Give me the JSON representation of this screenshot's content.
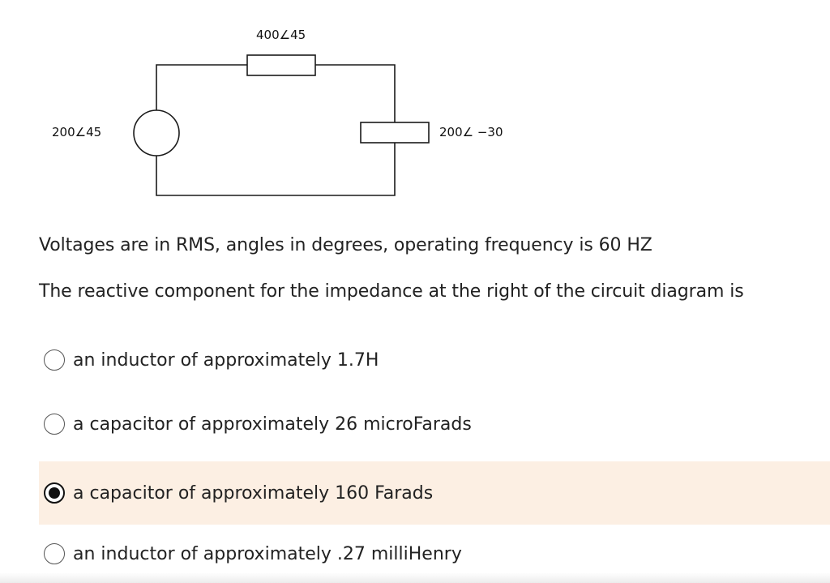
{
  "circuit": {
    "top_impedance_label": "400∠45",
    "source_label": "200∠45",
    "right_impedance_label": "200∠ −30"
  },
  "question": {
    "line1": "Voltages are in RMS, angles in degrees, operating frequency is 60 HZ",
    "line2": "The reactive component for the impedance at the right of the circuit diagram is"
  },
  "options": [
    {
      "label": "an inductor of approximately 1.7H",
      "selected": false
    },
    {
      "label": "a capacitor of approximately 26 microFarads",
      "selected": false
    },
    {
      "label": "a capacitor of approximately 160 Farads",
      "selected": true
    },
    {
      "label": "an inductor of approximately .27 milliHenry",
      "selected": false
    }
  ],
  "colors": {
    "selected_bg": "#fcefe3",
    "text": "#222222",
    "radio_border": "#555555"
  }
}
